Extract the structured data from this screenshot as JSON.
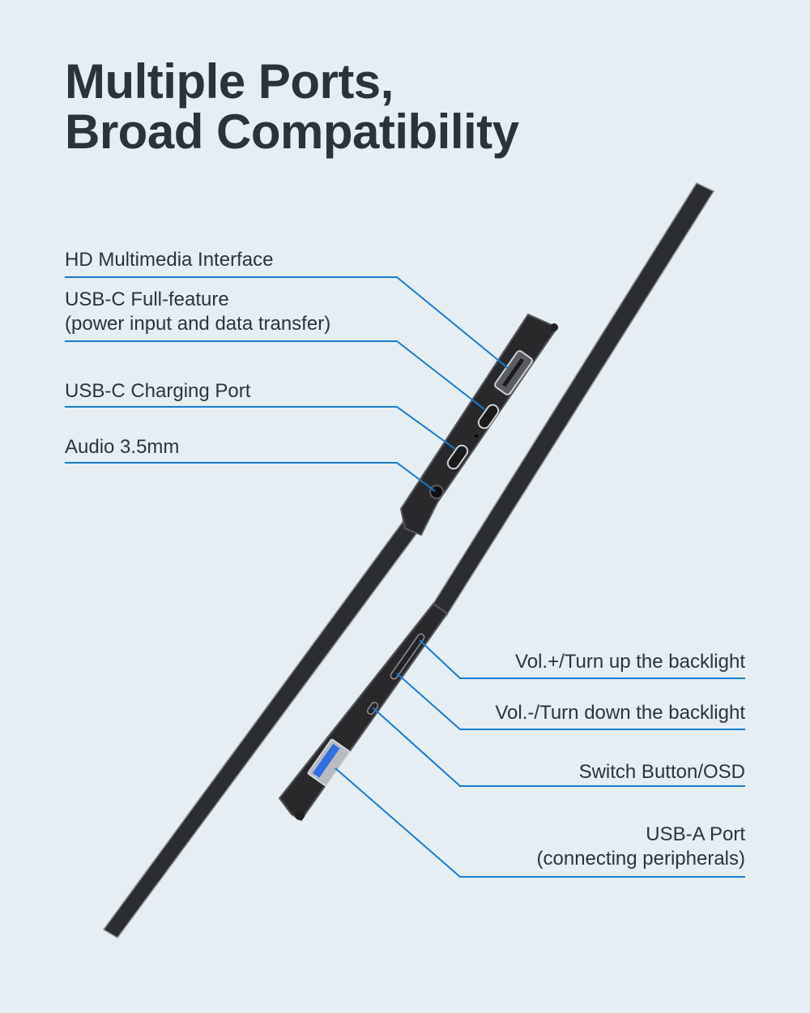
{
  "title": {
    "line1": "Multiple Ports,",
    "line2": "Broad Compatibility"
  },
  "left_labels": [
    {
      "text": "HD Multimedia Interface"
    },
    {
      "text": "USB-C Full-feature",
      "sub": "(power input and data transfer)"
    },
    {
      "text": "USB-C Charging Port"
    },
    {
      "text": "Audio 3.5mm"
    }
  ],
  "right_labels": [
    {
      "text": "Vol.+/Turn up the backlight"
    },
    {
      "text": "Vol.-/Turn down the backlight"
    },
    {
      "text": "Switch Button/OSD"
    },
    {
      "text": "USB-A Port",
      "sub": "(connecting peripherals)"
    }
  ],
  "colors": {
    "background": "#e6edf3",
    "leader": "#1a7bd0",
    "device": "#2a2b2e",
    "usb_a_tongue": "#2f6fe0"
  }
}
